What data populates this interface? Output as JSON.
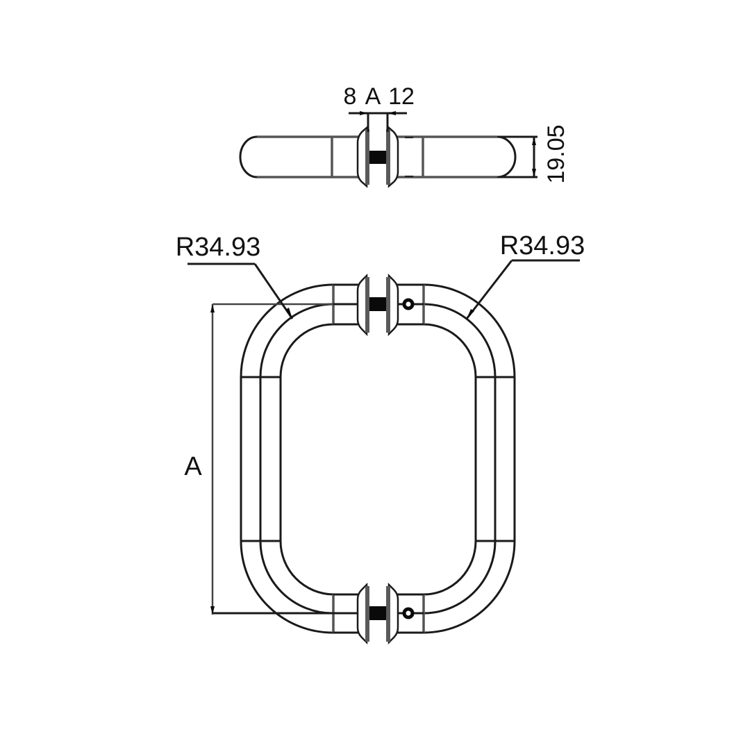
{
  "drawing": {
    "type": "technical-drawing",
    "subject": "back-to-back glass door pull handle",
    "colors": {
      "line": "#1a1a1a",
      "dimension": "#444444",
      "background": "#ffffff"
    }
  },
  "top_view": {
    "dimension_top": {
      "left_value": "8",
      "center_value": "A",
      "right_value": "12",
      "text": "8 A 12"
    },
    "dimension_side": {
      "value": "19.05"
    }
  },
  "front_view": {
    "radius_left": "R34.93",
    "radius_right": "R34.93",
    "height_dimension": "A"
  }
}
